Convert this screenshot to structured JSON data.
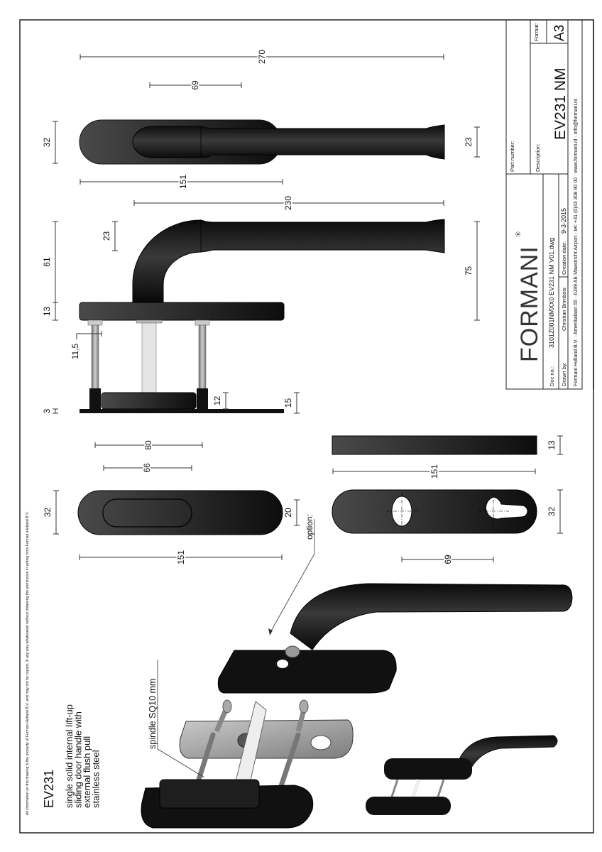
{
  "disclaimer": "All information on the drawing is the property of Formani Holland B.V. and may not be copied, in any way whatsoever without obtaining the permission in writing from Formani Holland B.V.",
  "product": {
    "code": "EV231",
    "description_lines": [
      "single solid internal lift-up",
      "sliding door handle with",
      "external flush pull",
      "stainless steel"
    ]
  },
  "annotations": {
    "option": "option:",
    "spindle": "spindle SQ10 mm"
  },
  "dimensions": [
    "270",
    "69",
    "151",
    "230",
    "80",
    "66",
    "151",
    "151",
    "69",
    "32",
    "23",
    "23",
    "61",
    "13",
    "75",
    "3",
    "12",
    "15",
    "32",
    "20",
    "13",
    "32",
    "11,5"
  ],
  "title_block": {
    "logo": "FORMANI",
    "logo_mark": "®",
    "part_number_label": "Part number:",
    "description_label": "Description:",
    "description_value": "EV231 NM",
    "format_label": "Format:",
    "format_value": "A3",
    "doc_no_label": "Doc no.:",
    "doc_no_value": "3101Z001NMXX0 EV231 NM V01.dwg",
    "drawn_by_label": "Drawn by:",
    "drawn_by_value": "Christian Brimbois",
    "creation_date_label": "Creation date:",
    "creation_date_value": "9-3-2015",
    "footer": "Formani Holland B.V. · Amerikalaan 55 · 6199 AE Maastricht Airport · tel: +31 (0)43 308 90 00 · www.formani.nl · info@formani.nl"
  },
  "colors": {
    "finish": "#1a1a1a",
    "steel": "#9a9a9a",
    "line": "#333333"
  }
}
